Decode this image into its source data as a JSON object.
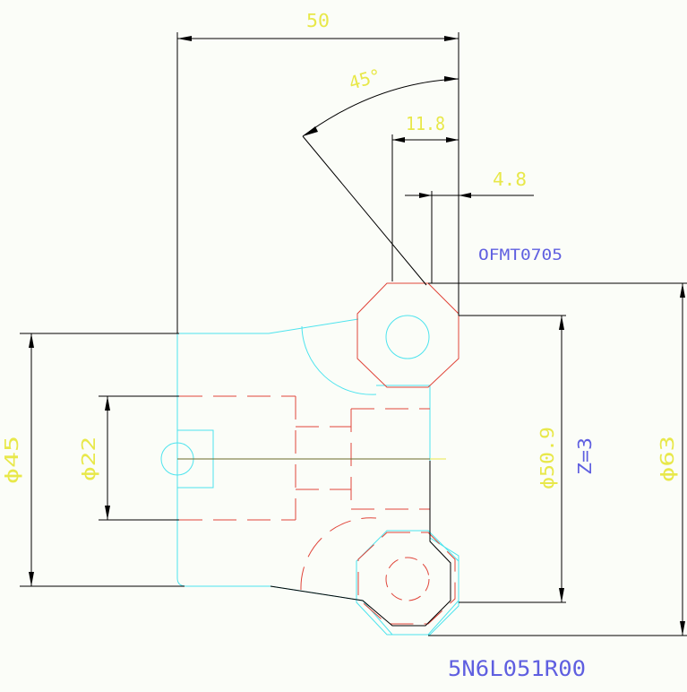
{
  "colors": {
    "background": "#fbfdf8",
    "dimension": "#000000",
    "dimension_text": "#e8e84a",
    "cyan": "#4ee4ee",
    "red": "#e0453a",
    "label_blue": "#5f5fe0",
    "olive_axis": "#6b6b2a"
  },
  "dimensions": {
    "width_50": "50",
    "angle_45": "45°",
    "width_11_8": "11.8",
    "width_4_8": "4.8",
    "dia_45": "ϕ45",
    "dia_22": "ϕ22",
    "dia_50_9": "ϕ50.9",
    "dia_63": "ϕ63"
  },
  "labels": {
    "insert_code": "OFMT0705",
    "teeth_count": "Z=3",
    "part_number": "5N6L051R00"
  }
}
